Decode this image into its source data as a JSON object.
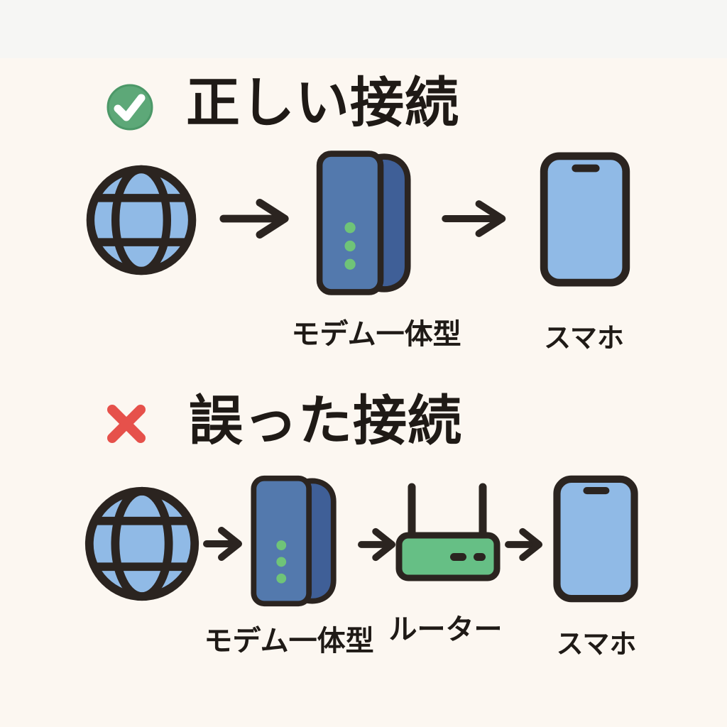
{
  "colors": {
    "background": "#fcf7f1",
    "top_band": "#f6f6f4",
    "outline": "#2b2420",
    "text": "#1f1a16",
    "device_blue_light": "#90bae6",
    "modem_front_blue": "#5379ad",
    "modem_side_blue": "#3f5f97",
    "led_green": "#6fc478",
    "router_green": "#66bf85",
    "check_green": "#5da878",
    "check_ring_green": "#4c9868",
    "cross_red": "#e6514b"
  },
  "sections": {
    "correct": {
      "status_icon": "check-circle-icon",
      "title": "正しい接続",
      "flow": [
        "internet-globe-icon",
        "arrow-right-icon",
        "modem-icon",
        "arrow-right-icon",
        "smartphone-icon"
      ],
      "modem_label": "モデム一体型",
      "phone_label": "スマホ"
    },
    "wrong": {
      "status_icon": "cross-icon",
      "title": "誤った接続",
      "flow": [
        "internet-globe-icon",
        "arrow-right-icon",
        "modem-icon",
        "arrow-right-icon",
        "router-icon",
        "arrow-right-icon",
        "smartphone-icon"
      ],
      "modem_label": "モデム一体型",
      "router_label": "ルーター",
      "phone_label": "スマホ"
    }
  }
}
